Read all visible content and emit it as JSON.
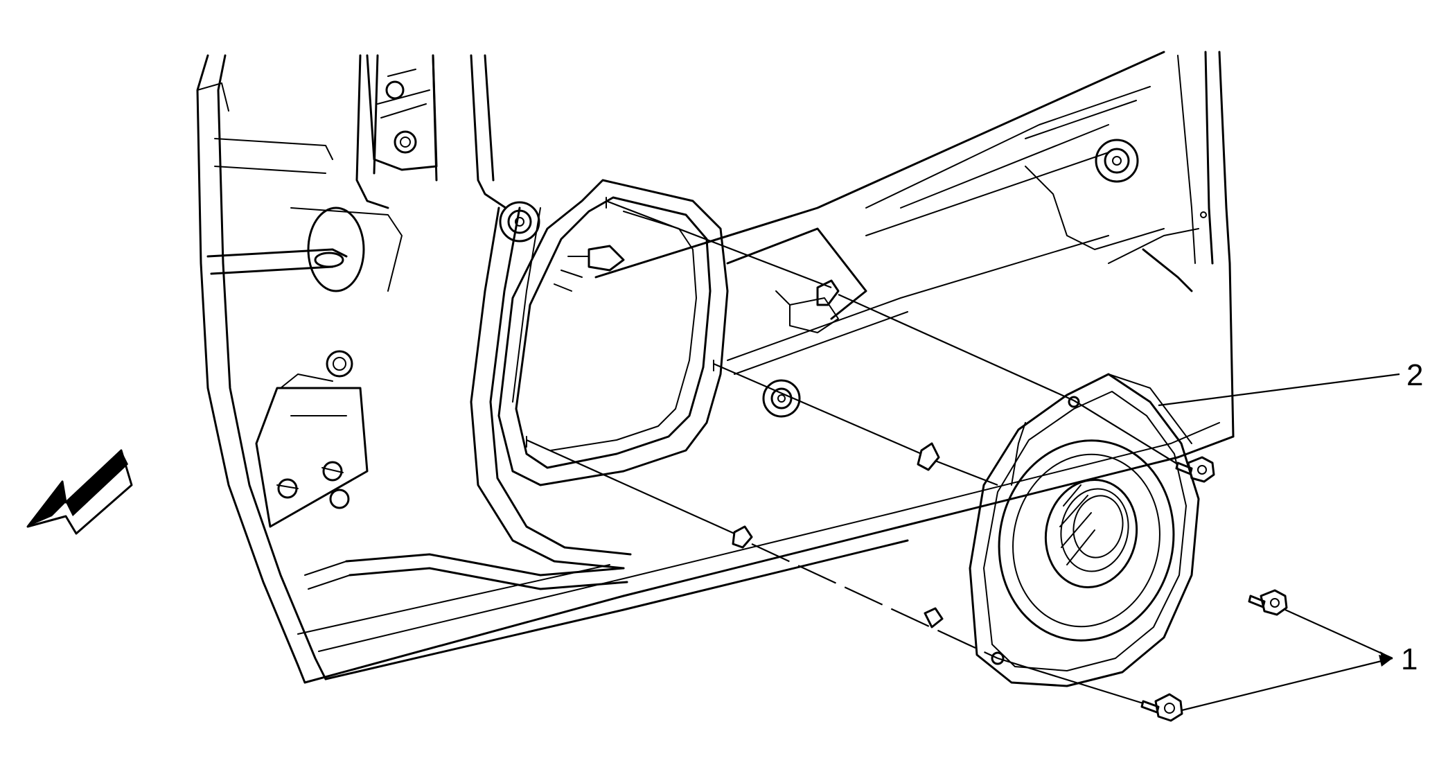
{
  "callouts": [
    {
      "id": "1",
      "label": "1"
    },
    {
      "id": "2",
      "label": "2"
    }
  ],
  "icons": {
    "arrow": "forward-direction-arrow-icon"
  }
}
